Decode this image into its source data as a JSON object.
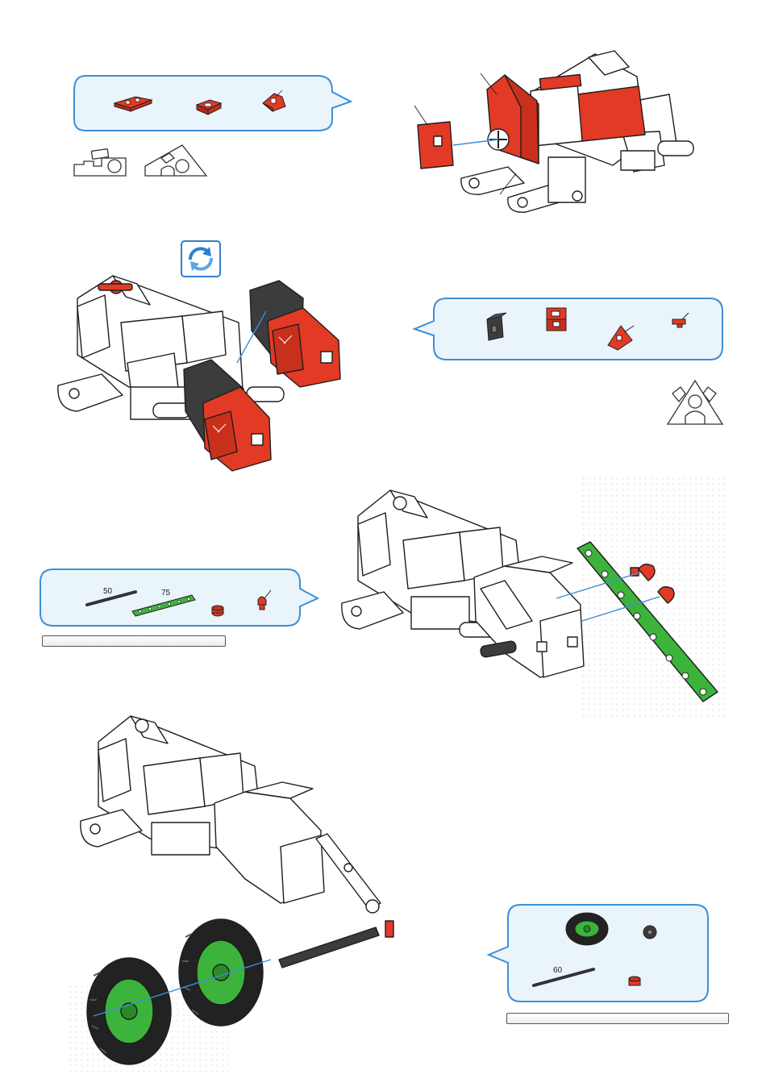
{
  "colors": {
    "bubble_fill": "#eaf4fb",
    "bubble_stroke": "#3d8fd6",
    "part_red": "#e23a24",
    "part_dark": "#3c3c3c",
    "part_green": "#3cb43c",
    "outline": "#1e1e1e",
    "rotate_icon": "#2f7fd1"
  },
  "icons": [
    "rotate-view-icon",
    "slope-profile-icon",
    "triangle-profile-icon"
  ],
  "steps": [
    {
      "id": "step1",
      "parts": [
        "red-flat-plate",
        "red-small-wedge",
        "red-angle-block"
      ],
      "labels": []
    },
    {
      "id": "step2",
      "parts": [
        "dark-cube",
        "red-square-block",
        "red-triangle-block",
        "red-small-clip"
      ],
      "labels": []
    },
    {
      "id": "step3",
      "parts": [
        "rod-50",
        "green-strip-75",
        "red-bush",
        "red-clip"
      ],
      "labels": [
        "50",
        "75"
      ]
    },
    {
      "id": "step4",
      "parts": [
        "tire-with-green-rim",
        "dark-hub",
        "rod-60",
        "red-bush"
      ],
      "labels": [
        "60"
      ]
    }
  ]
}
